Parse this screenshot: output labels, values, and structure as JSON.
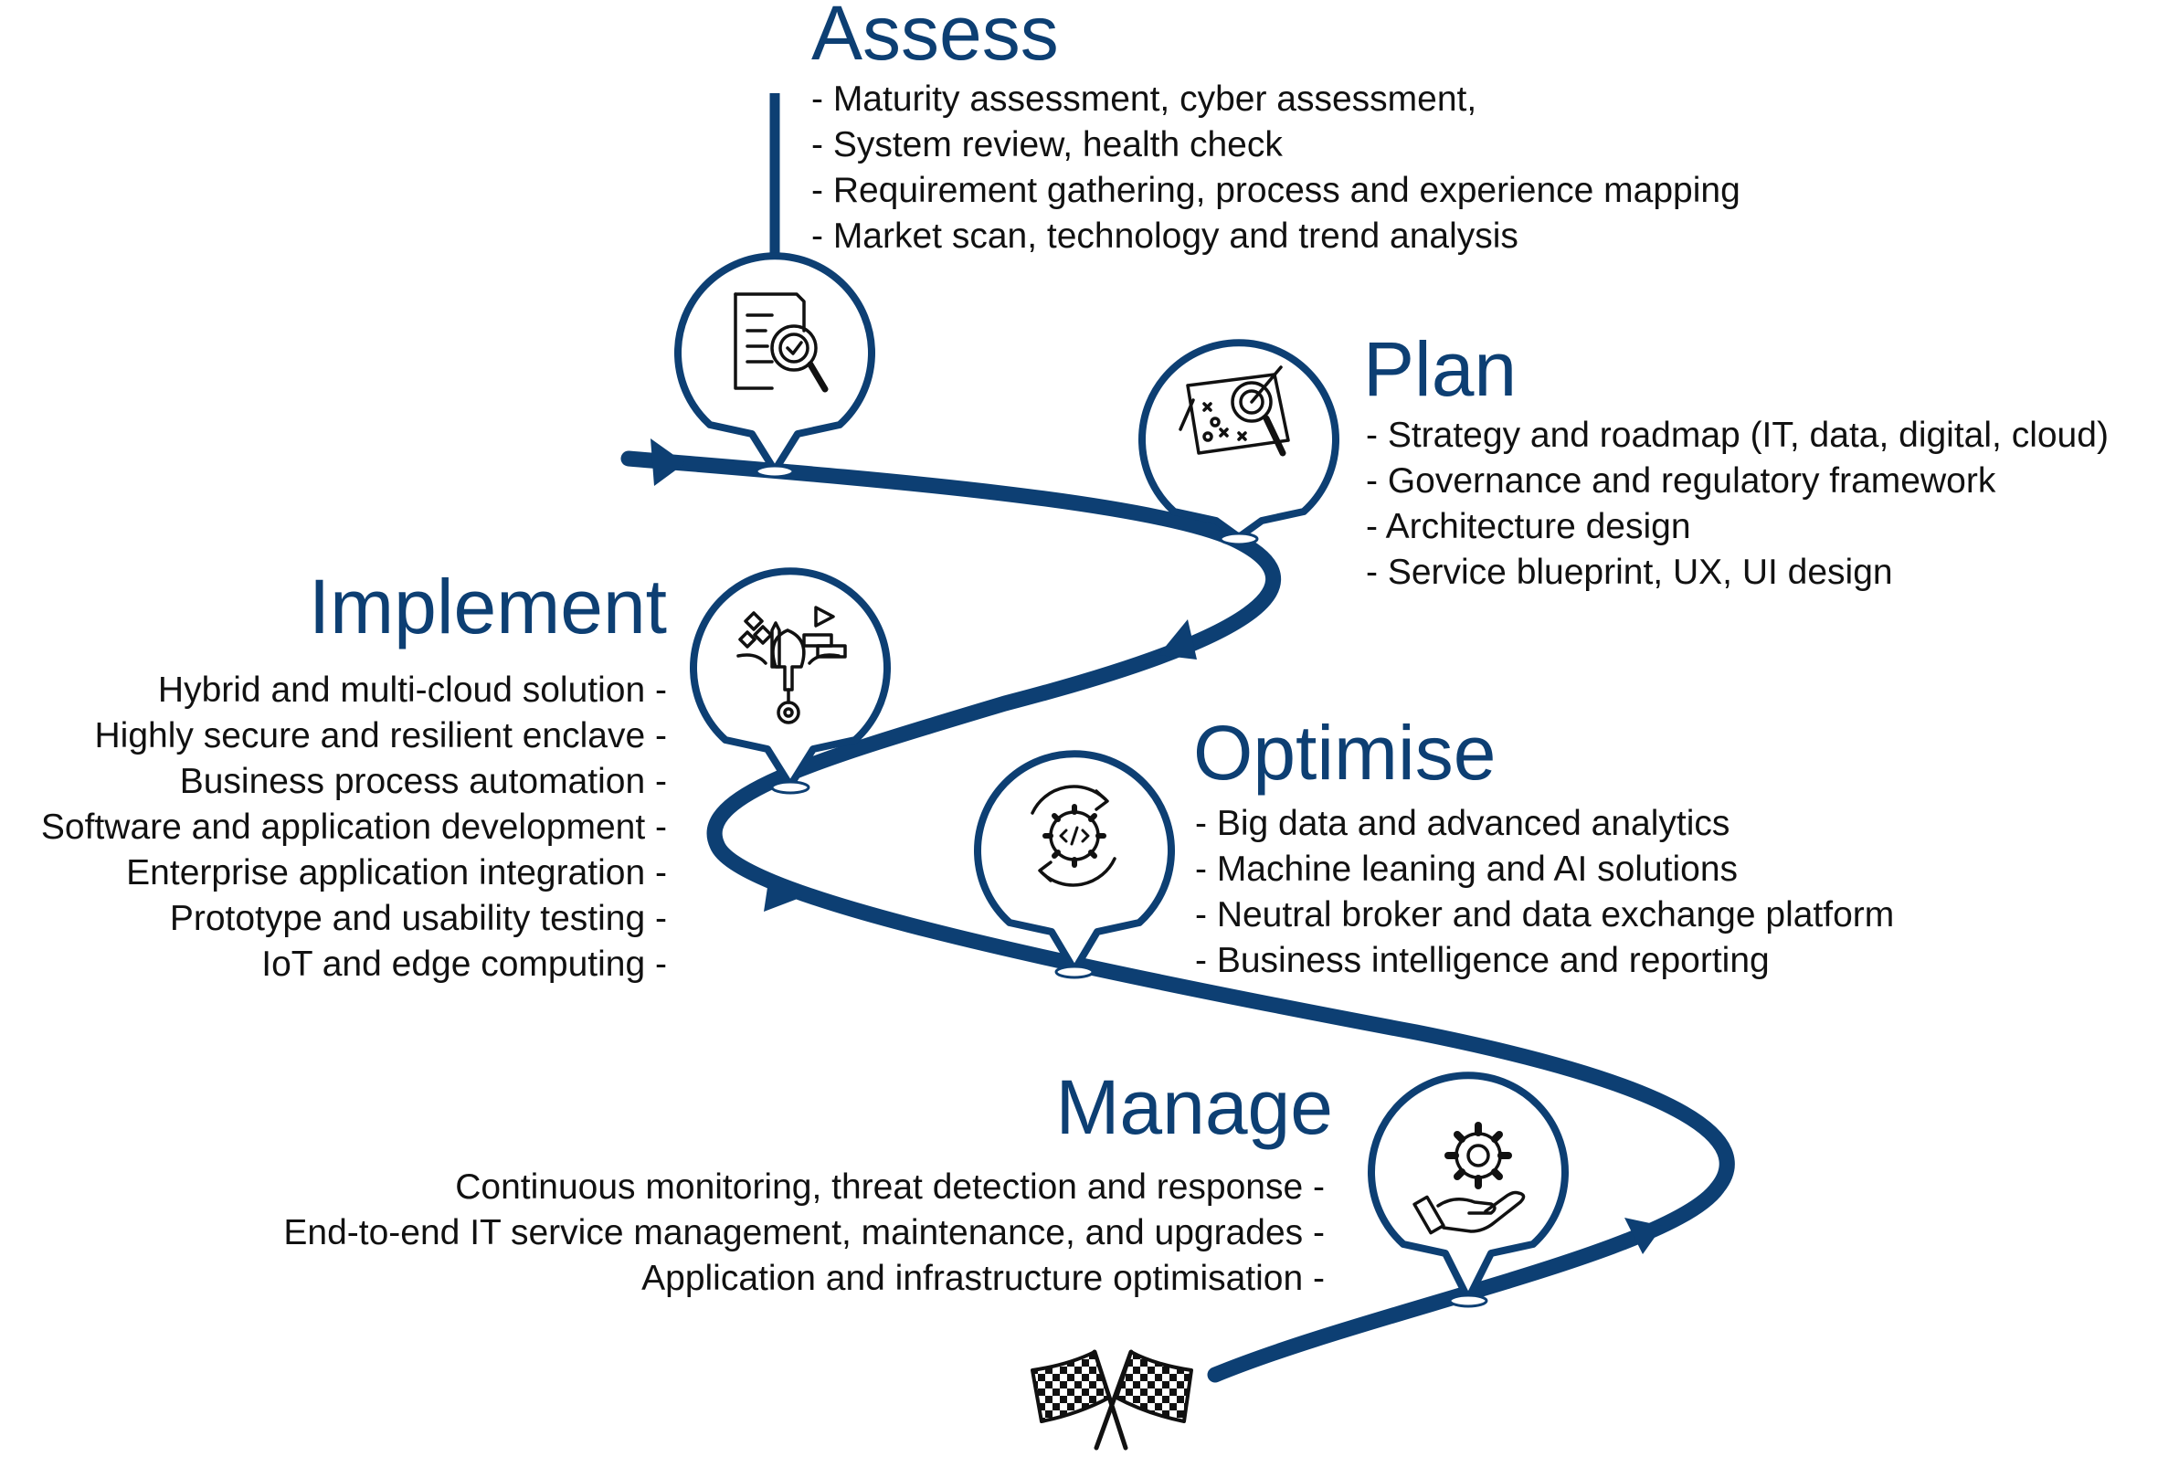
{
  "colors": {
    "accent": "#0d3f73",
    "text": "#111111",
    "background": "#ffffff"
  },
  "stages": {
    "assess": {
      "title": "Assess",
      "icon": "document-search-icon",
      "items": [
        "- Maturity assessment, cyber assessment,",
        "- System review, health check",
        "- Requirement gathering, process and experience mapping",
        "- Market scan, technology and trend analysis"
      ]
    },
    "plan": {
      "title": "Plan",
      "icon": "strategy-board-icon",
      "items": [
        "- Strategy and roadmap (IT, data, digital, cloud)",
        "- Governance and regulatory framework",
        "- Architecture design",
        "- Service blueprint, UX, UI design"
      ]
    },
    "implement": {
      "title": "Implement",
      "icon": "build-tools-icon",
      "items": [
        "Hybrid and multi-cloud solution -",
        "Highly secure and resilient enclave -",
        "Business process automation -",
        "Software and application development -",
        "Enterprise application integration -",
        "Prototype and usability testing -",
        "IoT and edge computing -"
      ]
    },
    "optimise": {
      "title": "Optimise",
      "icon": "code-gear-cycle-icon",
      "items": [
        "- Big data and advanced analytics",
        "- Machine leaning and AI solutions",
        "- Neutral broker and data exchange platform",
        "- Business intelligence and reporting"
      ]
    },
    "manage": {
      "title": "Manage",
      "icon": "hand-gear-icon",
      "items": [
        "Continuous monitoring, threat detection and response -",
        "End-to-end IT service management, maintenance, and upgrades -",
        "Application and infrastructure optimisation -"
      ]
    }
  },
  "finish": {
    "icon": "checkered-flags-icon"
  }
}
